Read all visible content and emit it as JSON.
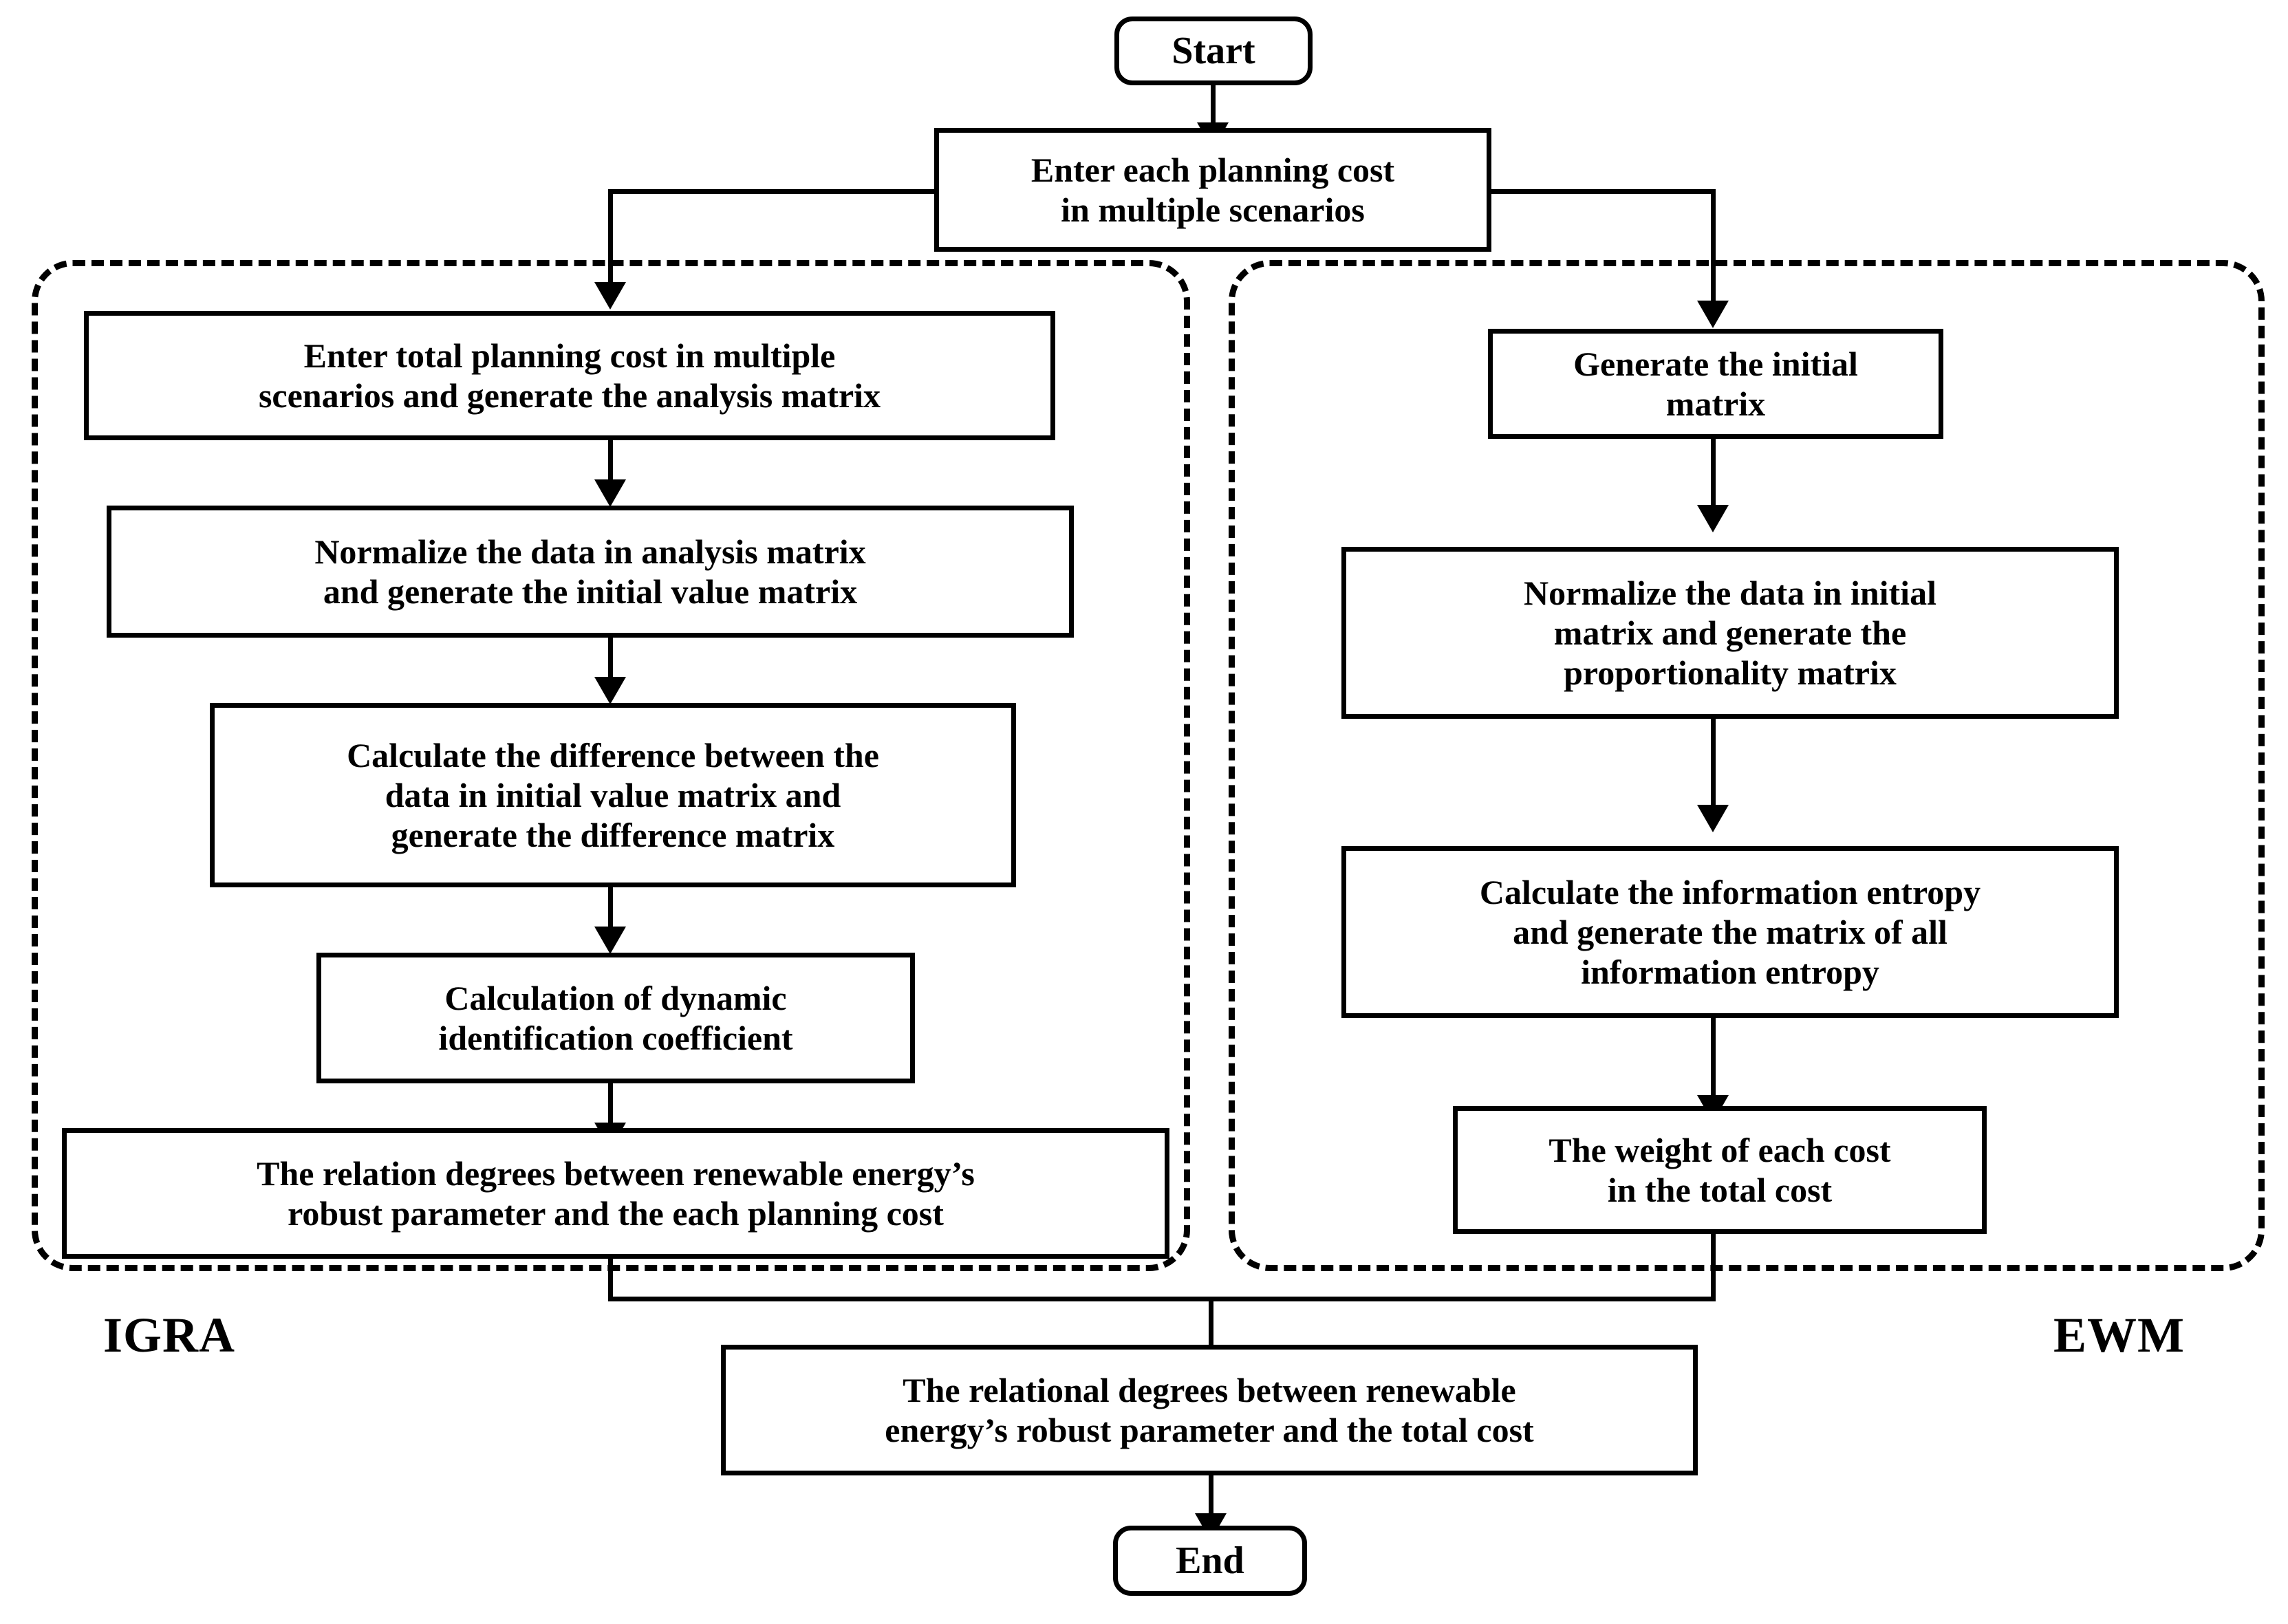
{
  "diagram": {
    "title_nodes": {
      "start": "Start",
      "end": "End"
    },
    "entry_node": "Enter each planning cost\nin multiple scenarios",
    "final_node": "The relational degrees between renewable\nenergy’s robust parameter and the total cost",
    "groups": [
      {
        "id": "igra",
        "label": "IGRA",
        "nodes": [
          "Enter total planning cost in multiple\nscenarios and generate the analysis matrix",
          "Normalize the data in analysis matrix\nand generate the initial value matrix",
          "Calculate the difference between the\ndata in initial value matrix and\ngenerate the difference matrix",
          "Calculation of dynamic\nidentification coefficient",
          "The relation degrees between renewable energy’s\nrobust parameter and the each planning cost"
        ]
      },
      {
        "id": "ewm",
        "label": "EWM",
        "nodes": [
          "Generate the initial\nmatrix",
          "Normalize the data in initial\nmatrix and generate the\nproportionality matrix",
          "Calculate the information entropy\nand generate the matrix of all\ninformation entropy",
          "The weight of each cost\nin the total cost"
        ]
      }
    ],
    "colors": {
      "stroke": "#000000",
      "fill": "#ffffff",
      "text": "#000000"
    }
  }
}
